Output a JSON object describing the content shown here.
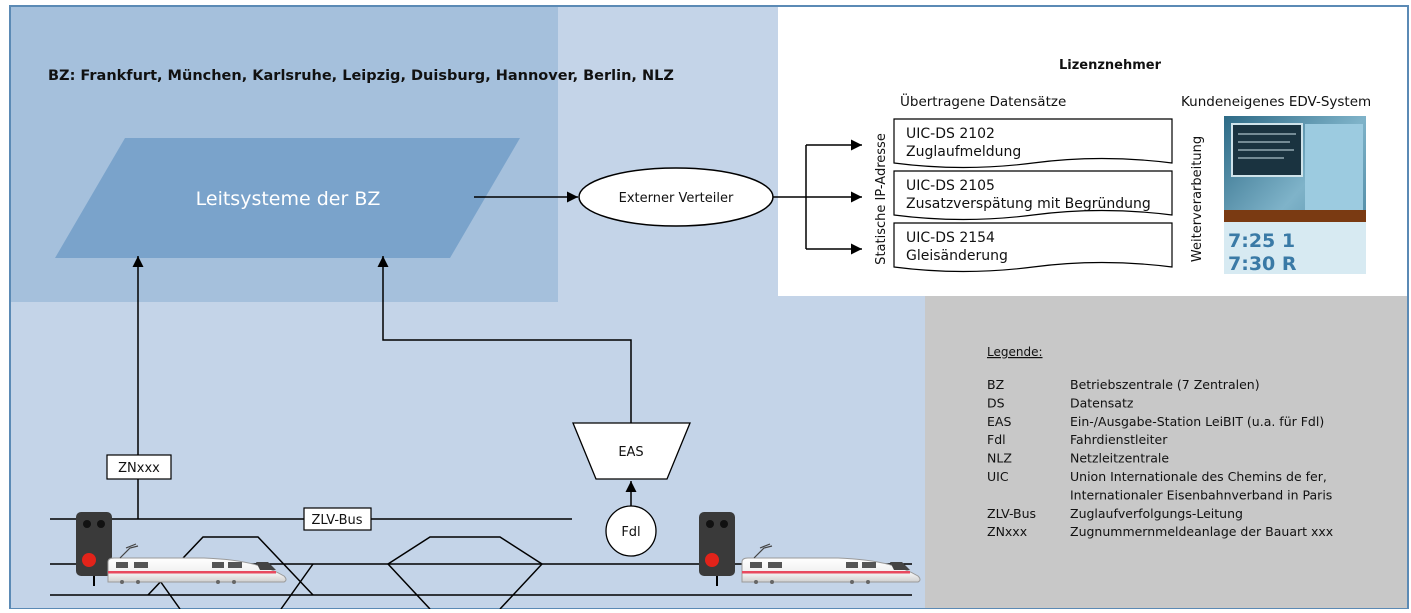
{
  "bz_list": "BZ: Frankfurt, München, Karlsruhe, Leipzig, Duisburg, Hannover, Berlin, NLZ",
  "leitsysteme": "Leitsysteme der BZ",
  "verteiler": "Externer Verteiler",
  "lizenz": {
    "title": "Lizenznehmer",
    "datasets_header": "Übertragene Datensätze",
    "edv_header": "Kundeneigenes EDV-System",
    "side_label": "Statische IP-Adresse",
    "processing_label": "Weiterverarbeitung",
    "photo_texts": [
      "7:25 1",
      "7:30 R"
    ],
    "datasets": [
      {
        "code": "UIC-DS 2102",
        "desc": "Zuglaufmeldung"
      },
      {
        "code": "UIC-DS 2105",
        "desc": "Zusatzverspätung mit Begründung"
      },
      {
        "code": "UIC-DS 2154",
        "desc": "Gleisänderung"
      }
    ]
  },
  "znxxx": "ZNxxx",
  "zlv_bus": "ZLV-Bus",
  "eas": "EAS",
  "fdl": "Fdl",
  "legend": {
    "title": "Legende:",
    "entries": [
      {
        "abbr": "BZ",
        "lines": [
          "Betriebszentrale (7 Zentralen)"
        ]
      },
      {
        "abbr": "DS",
        "lines": [
          "Datensatz"
        ]
      },
      {
        "abbr": "EAS",
        "lines": [
          "Ein-/Ausgabe-Station LeiBIT (u.a. für Fdl)"
        ]
      },
      {
        "abbr": "Fdl",
        "lines": [
          "Fahrdienstleiter"
        ]
      },
      {
        "abbr": "NLZ",
        "lines": [
          "Netzleitzentrale"
        ]
      },
      {
        "abbr": "UIC",
        "lines": [
          "Union Internationale des Chemins de fer,",
          "Internationaler Eisenbahnverband in Paris"
        ]
      },
      {
        "abbr": "ZLV-Bus",
        "lines": [
          "Zuglaufverfolgungs-Leitung"
        ]
      },
      {
        "abbr": "ZNxxx",
        "lines": [
          "Zugnummernmeldeanlage der Bauart xxx"
        ]
      }
    ]
  },
  "colors": {
    "frame": "#5b8ab5",
    "light_blue": "#c4d4e8",
    "mid_blue": "#a5c0dc",
    "parallelogram": "#7aa3cb",
    "legend_bg": "#c8c8c8",
    "line": "#000000",
    "signal_red": "#e2231a"
  }
}
